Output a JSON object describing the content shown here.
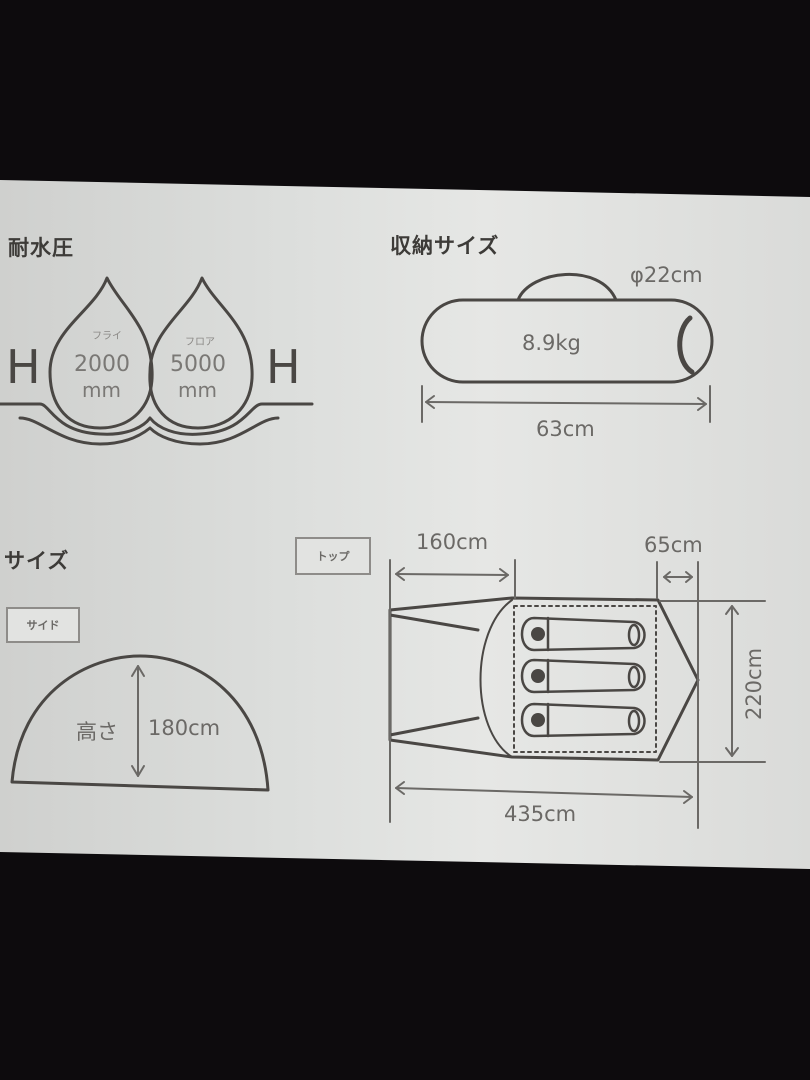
{
  "colors": {
    "background": "#0d0b0d",
    "panel": "#dcdedc",
    "line": "#4a4744",
    "text_dark": "#3d3b38",
    "text_mid": "#6b6966"
  },
  "water_pressure": {
    "title": "耐水圧",
    "h_left": "H",
    "h_right": "H",
    "fly": {
      "label": "フライ",
      "value": "2000",
      "unit": "mm"
    },
    "floor": {
      "label": "フロア",
      "value": "5000",
      "unit": "mm"
    }
  },
  "storage": {
    "title": "収納サイズ",
    "diameter": "φ22cm",
    "weight": "8.9kg",
    "length": "63cm"
  },
  "size": {
    "title": "サイズ",
    "side_tag": "サイド",
    "top_tag": "トップ",
    "height_label": "高さ",
    "height_value": "180cm",
    "front_length": "160cm",
    "rear_length": "65cm",
    "width": "220cm",
    "total_length": "435cm"
  }
}
